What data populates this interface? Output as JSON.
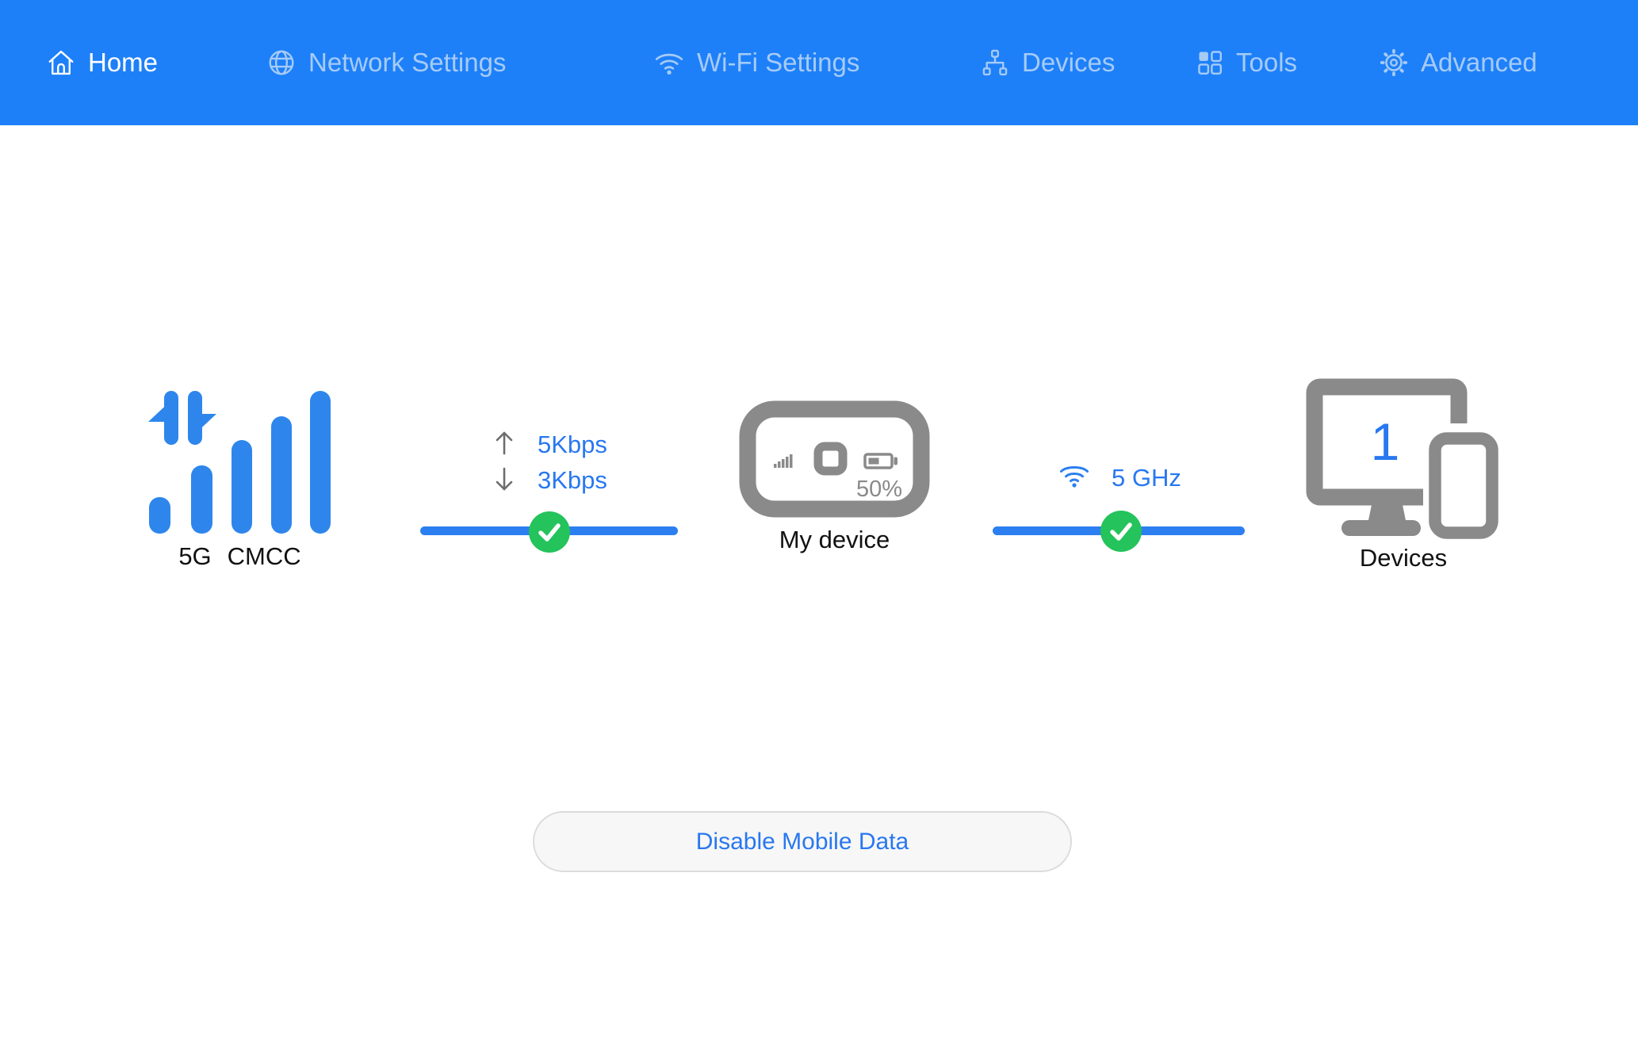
{
  "nav": {
    "items": [
      {
        "label": "Home",
        "active": true
      },
      {
        "label": "Network Settings",
        "active": false
      },
      {
        "label": "Wi-Fi Settings",
        "active": false
      },
      {
        "label": "Devices",
        "active": false
      },
      {
        "label": "Tools",
        "active": false
      },
      {
        "label": "Advanced",
        "active": false
      }
    ]
  },
  "status": {
    "network_type": "5G",
    "carrier": "CMCC",
    "upload_speed": "5Kbps",
    "download_speed": "3Kbps",
    "device_label": "My device",
    "battery_percent": "50%",
    "wifi_band": "5 GHz",
    "connected_devices_count": "1",
    "devices_label": "Devices"
  },
  "actions": {
    "disable_mobile_data_label": "Disable Mobile Data"
  },
  "colors": {
    "nav_bg": "#1E80F8",
    "nav_active_text": "#FFFFFF",
    "nav_inactive_text": "#A6CBF7",
    "accent_blue": "#2878F0",
    "icon_blue": "#2E86EC",
    "line_blue": "#2C7FF0",
    "success_green": "#24C35B",
    "device_gray": "#8A8A8A",
    "button_bg": "#F7F7F7",
    "button_border": "#DCDCDC"
  }
}
